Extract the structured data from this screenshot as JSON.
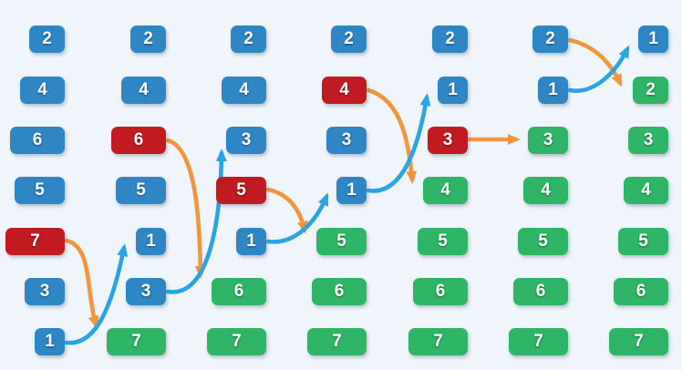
{
  "colors": {
    "background": "#eff5fa",
    "box_unsorted_blue": "#2f86c5",
    "box_selected_red": "#c11a20",
    "box_sorted_green": "#2eb666",
    "arrow_orange": "#f2953f",
    "arrow_blue": "#2aa4e4",
    "box_text": "#ffffff"
  },
  "columns": [
    {
      "boxes": [
        {
          "value": 2,
          "state": "unsorted"
        },
        {
          "value": 4,
          "state": "unsorted"
        },
        {
          "value": 6,
          "state": "unsorted"
        },
        {
          "value": 5,
          "state": "unsorted"
        },
        {
          "value": 7,
          "state": "selected"
        },
        {
          "value": 3,
          "state": "unsorted"
        },
        {
          "value": 1,
          "state": "unsorted"
        }
      ]
    },
    {
      "boxes": [
        {
          "value": 2,
          "state": "unsorted"
        },
        {
          "value": 4,
          "state": "unsorted"
        },
        {
          "value": 6,
          "state": "selected"
        },
        {
          "value": 5,
          "state": "unsorted"
        },
        {
          "value": 1,
          "state": "unsorted"
        },
        {
          "value": 3,
          "state": "unsorted"
        },
        {
          "value": 7,
          "state": "sorted"
        }
      ]
    },
    {
      "boxes": [
        {
          "value": 2,
          "state": "unsorted"
        },
        {
          "value": 4,
          "state": "unsorted"
        },
        {
          "value": 3,
          "state": "unsorted"
        },
        {
          "value": 5,
          "state": "selected"
        },
        {
          "value": 1,
          "state": "unsorted"
        },
        {
          "value": 6,
          "state": "sorted"
        },
        {
          "value": 7,
          "state": "sorted"
        }
      ]
    },
    {
      "boxes": [
        {
          "value": 2,
          "state": "unsorted"
        },
        {
          "value": 4,
          "state": "selected"
        },
        {
          "value": 3,
          "state": "unsorted"
        },
        {
          "value": 1,
          "state": "unsorted"
        },
        {
          "value": 5,
          "state": "sorted"
        },
        {
          "value": 6,
          "state": "sorted"
        },
        {
          "value": 7,
          "state": "sorted"
        }
      ]
    },
    {
      "boxes": [
        {
          "value": 2,
          "state": "unsorted"
        },
        {
          "value": 1,
          "state": "unsorted"
        },
        {
          "value": 3,
          "state": "selected"
        },
        {
          "value": 4,
          "state": "sorted"
        },
        {
          "value": 5,
          "state": "sorted"
        },
        {
          "value": 6,
          "state": "sorted"
        },
        {
          "value": 7,
          "state": "sorted"
        }
      ]
    },
    {
      "boxes": [
        {
          "value": 2,
          "state": "unsorted"
        },
        {
          "value": 1,
          "state": "unsorted"
        },
        {
          "value": 3,
          "state": "sorted"
        },
        {
          "value": 4,
          "state": "sorted"
        },
        {
          "value": 5,
          "state": "sorted"
        },
        {
          "value": 6,
          "state": "sorted"
        },
        {
          "value": 7,
          "state": "sorted"
        }
      ]
    },
    {
      "boxes": [
        {
          "value": 1,
          "state": "unsorted"
        },
        {
          "value": 2,
          "state": "sorted"
        },
        {
          "value": 3,
          "state": "sorted"
        },
        {
          "value": 4,
          "state": "sorted"
        },
        {
          "value": 5,
          "state": "sorted"
        },
        {
          "value": 6,
          "state": "sorted"
        },
        {
          "value": 7,
          "state": "sorted"
        }
      ]
    }
  ],
  "arrows": [
    {
      "value": 7,
      "color": "orange",
      "direction": "down",
      "from": {
        "col": 1,
        "row": 5
      },
      "to": {
        "col": 2,
        "row": 7
      }
    },
    {
      "value": 1,
      "color": "blue",
      "direction": "up",
      "from": {
        "col": 1,
        "row": 7
      },
      "to": {
        "col": 2,
        "row": 5
      }
    },
    {
      "value": 6,
      "color": "orange",
      "direction": "down",
      "from": {
        "col": 2,
        "row": 3
      },
      "to": {
        "col": 3,
        "row": 6
      }
    },
    {
      "value": 3,
      "color": "blue",
      "direction": "up",
      "from": {
        "col": 2,
        "row": 6
      },
      "to": {
        "col": 3,
        "row": 3
      }
    },
    {
      "value": 5,
      "color": "orange",
      "direction": "down",
      "from": {
        "col": 3,
        "row": 4
      },
      "to": {
        "col": 4,
        "row": 5
      }
    },
    {
      "value": 1,
      "color": "blue",
      "direction": "up",
      "from": {
        "col": 3,
        "row": 5
      },
      "to": {
        "col": 4,
        "row": 4
      }
    },
    {
      "value": 4,
      "color": "orange",
      "direction": "down",
      "from": {
        "col": 4,
        "row": 2
      },
      "to": {
        "col": 5,
        "row": 4
      }
    },
    {
      "value": 1,
      "color": "blue",
      "direction": "up",
      "from": {
        "col": 4,
        "row": 4
      },
      "to": {
        "col": 5,
        "row": 2
      }
    },
    {
      "value": 3,
      "color": "orange",
      "direction": "right",
      "from": {
        "col": 5,
        "row": 3
      },
      "to": {
        "col": 6,
        "row": 3
      }
    },
    {
      "value": 2,
      "color": "orange",
      "direction": "down",
      "from": {
        "col": 6,
        "row": 1
      },
      "to": {
        "col": 7,
        "row": 2
      }
    },
    {
      "value": 1,
      "color": "blue",
      "direction": "up",
      "from": {
        "col": 6,
        "row": 2
      },
      "to": {
        "col": 7,
        "row": 1
      }
    }
  ]
}
